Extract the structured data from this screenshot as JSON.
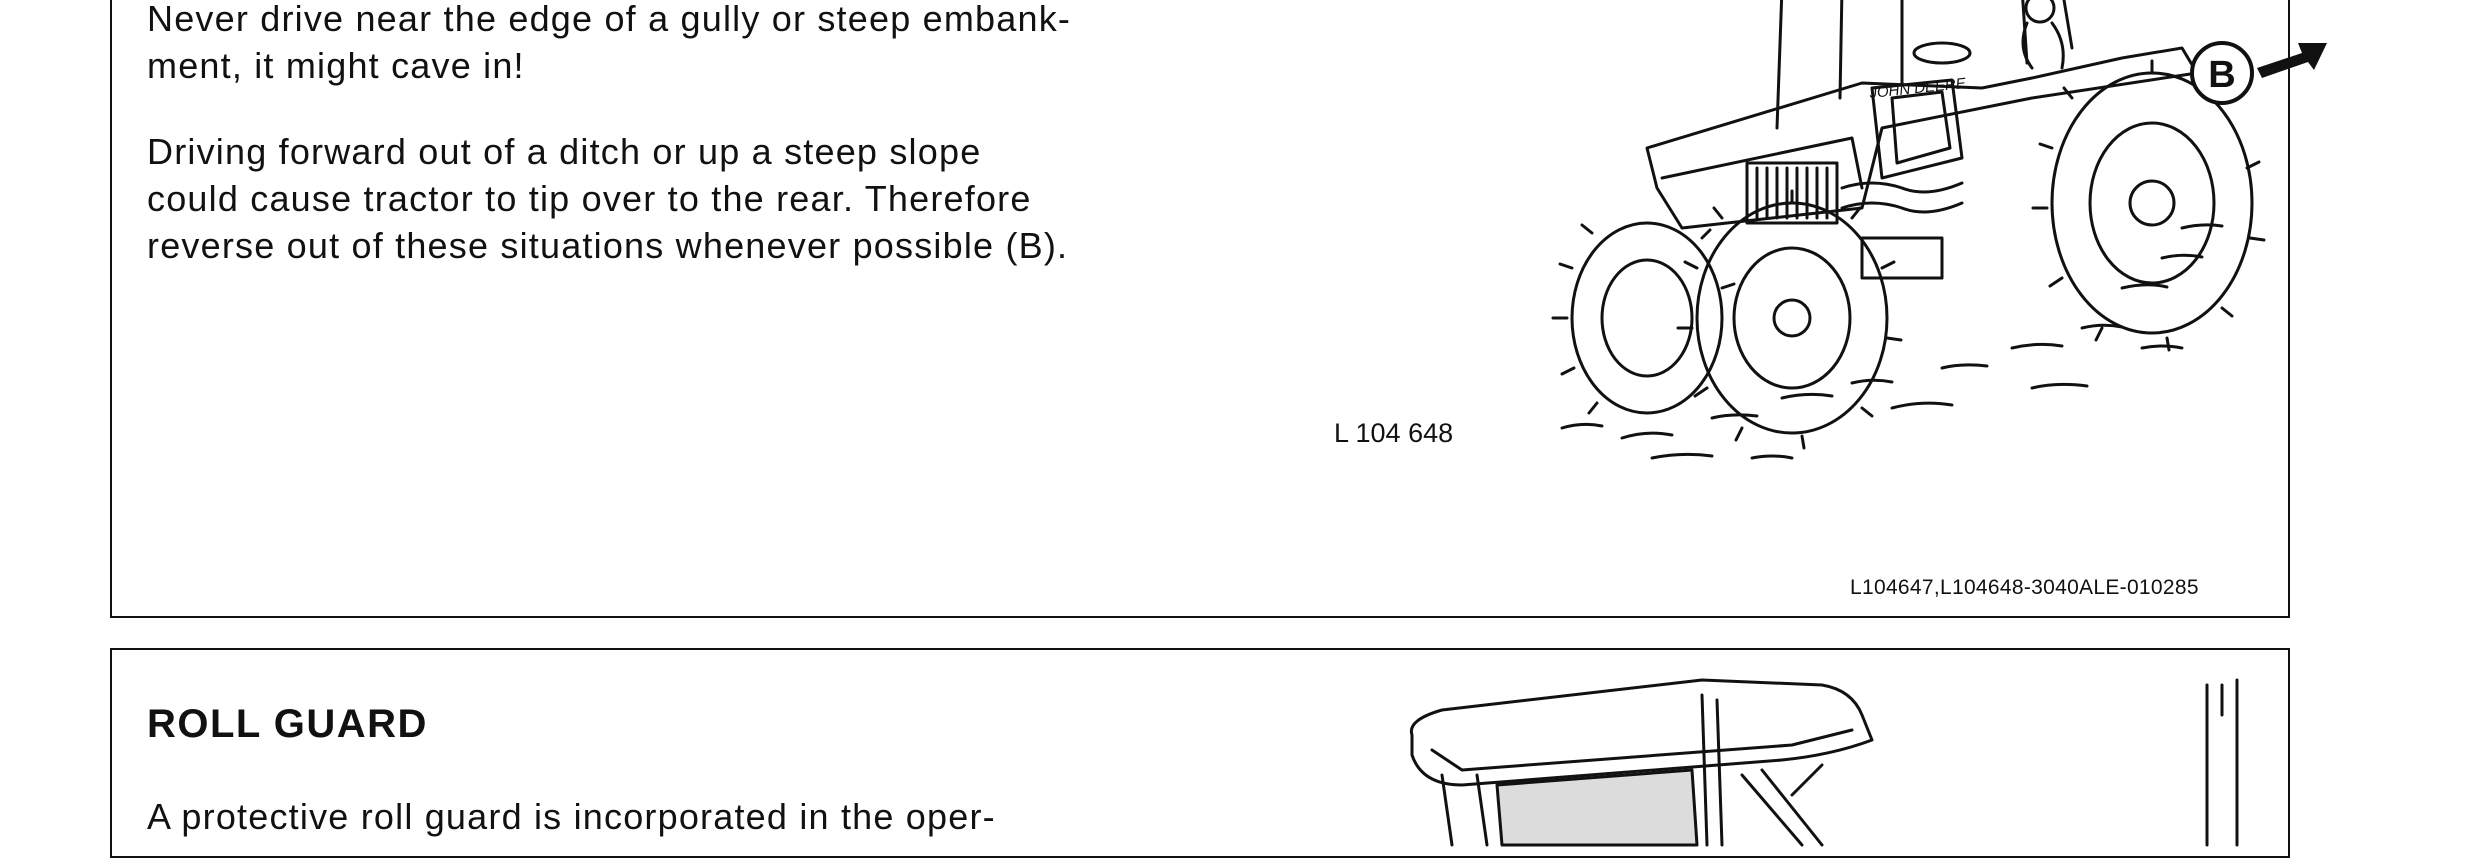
{
  "section1": {
    "paragraph1_lines": "Never drive near the edge of a gully or steep embank-\nment, it might cave in!",
    "paragraph2_lines": "Driving forward out of a ditch or up a steep slope\ncould cause tractor to tip over to the rear. Therefore\nreverse out of these situations whenever possible (B).",
    "figure": {
      "label": "L 104 648",
      "callout": "B",
      "brand_text": "JOHN DEERE"
    },
    "reference_code": "L104647,L104648-3040ALE-010285"
  },
  "section2": {
    "heading": "ROLL GUARD",
    "paragraph1": "A protective roll guard is incorporated in the oper-"
  }
}
